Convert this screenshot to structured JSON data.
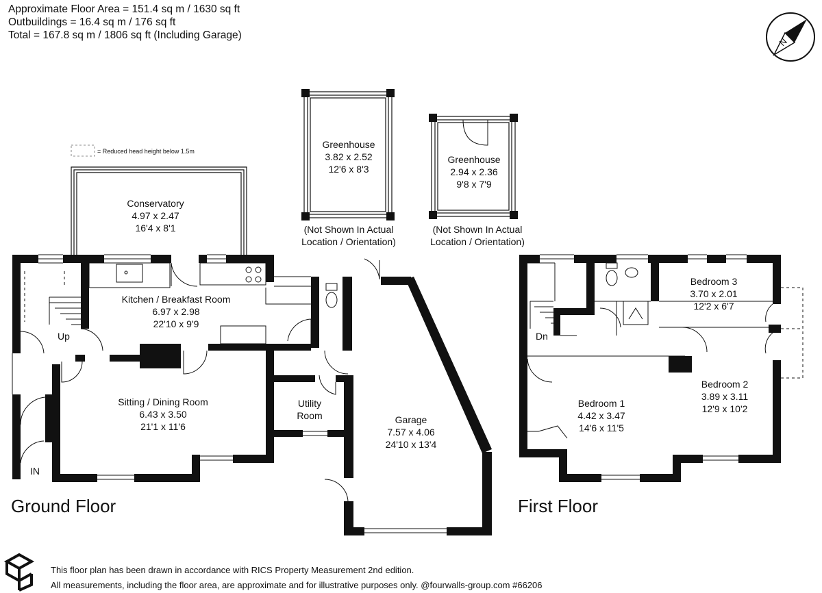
{
  "header": {
    "floor_area": "Approximate Floor Area = 151.4 sq m / 1630 sq ft",
    "outbuildings": "Outbuildings = 16.4 sq m / 176 sq ft",
    "total": "Total = 167.8 sq m / 1806 sq ft (Including Garage)"
  },
  "legend": {
    "reduced_head_height": "= Reduced head height below 1.5m"
  },
  "compass": {
    "label": "N"
  },
  "floors": {
    "ground": "Ground Floor",
    "first": "First Floor"
  },
  "rooms": {
    "conservatory": {
      "name": "Conservatory",
      "metric": "4.97 x 2.47",
      "imperial": "16'4 x 8'1"
    },
    "kitchen": {
      "name": "Kitchen / Breakfast Room",
      "metric": "6.97 x 2.98",
      "imperial": "22'10 x 9'9"
    },
    "sitting": {
      "name": "Sitting / Dining Room",
      "metric": "6.43 x 3.50",
      "imperial": "21'1 x 11'6"
    },
    "utility": {
      "name1": "Utility",
      "name2": "Room"
    },
    "garage": {
      "name": "Garage",
      "metric": "7.57 x 4.06",
      "imperial": "24'10 x 13'4"
    },
    "greenhouse1": {
      "name": "Greenhouse",
      "metric": "3.82 x 2.52",
      "imperial": "12'6 x 8'3",
      "note1": "(Not Shown In Actual",
      "note2": "Location / Orientation)"
    },
    "greenhouse2": {
      "name": "Greenhouse",
      "metric": "2.94 x 2.36",
      "imperial": "9'8 x 7'9",
      "note1": "(Not Shown In Actual",
      "note2": "Location / Orientation)"
    },
    "bedroom1": {
      "name": "Bedroom 1",
      "metric": "4.42 x 3.47",
      "imperial": "14'6 x 11'5"
    },
    "bedroom2": {
      "name": "Bedroom 2",
      "metric": "3.89 x 3.11",
      "imperial": "12'9 x 10'2"
    },
    "bedroom3": {
      "name": "Bedroom 3",
      "metric": "3.70 x 2.01",
      "imperial": "12'2 x 6'7"
    }
  },
  "stairs": {
    "up": "Up",
    "down": "Dn"
  },
  "entrance": {
    "in": "IN"
  },
  "footer": {
    "line1": "This floor plan has been drawn in accordance with RICS Property Measurement 2nd edition.",
    "line2": "All measurements, including the floor area, are approximate and for illustrative purposes only. @fourwalls-group.com #66206"
  }
}
